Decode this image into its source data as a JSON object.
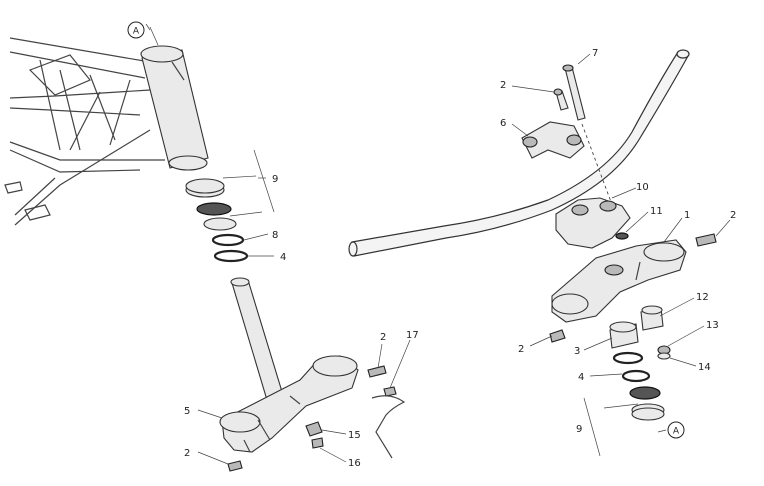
{
  "reference_marks": {
    "top_left": "A",
    "bottom_right": "A"
  },
  "callouts": {
    "n1": "1",
    "n2a": "2",
    "n2b": "2",
    "n2c": "2",
    "n2d": "2",
    "n2e": "2",
    "n3": "3",
    "n4a": "4",
    "n4b": "4",
    "n5": "5",
    "n6": "6",
    "n7": "7",
    "n8": "8",
    "n9a": "9",
    "n9b": "9",
    "n10": "10",
    "n11": "11",
    "n12": "12",
    "n13": "13",
    "n14": "14",
    "n15": "15",
    "n16": "16",
    "n17": "17"
  }
}
